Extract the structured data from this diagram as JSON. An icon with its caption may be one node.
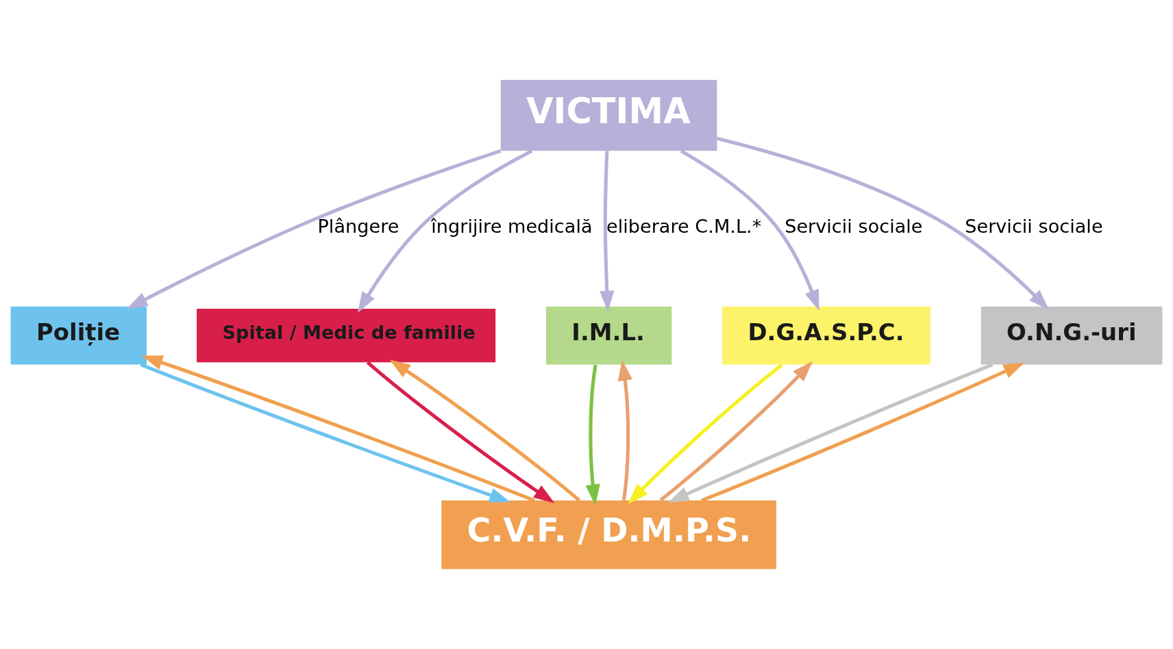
{
  "diagram": {
    "nodes": [
      {
        "text": [
          "VICTIMA"
        ]
      },
      {
        "text": [
          "Poliție"
        ]
      },
      {
        "text": [
          "Spital / Medic de familie"
        ]
      },
      {
        "text": [
          "I.M.L."
        ]
      },
      {
        "text": [
          "D.G.A.S.P.C."
        ]
      },
      {
        "text": [
          "O.N.G.-uri"
        ]
      },
      {
        "text": [
          "C.V.F. / D.M.P.S."
        ]
      }
    ],
    "edges": [
      {
        "from": 0,
        "to": 1,
        "arrow": "to",
        "label": "Plângere",
        "color": "#b8b0d8"
      },
      {
        "from": 0,
        "to": 2,
        "arrow": "to",
        "label": "îngrijire medicală",
        "color": "#b8b0d8"
      },
      {
        "from": 0,
        "to": 3,
        "arrow": "to",
        "label": "eliberare C.M.L.*",
        "color": "#b8b0d8"
      },
      {
        "from": 0,
        "to": 4,
        "arrow": "to",
        "label": "Servicii sociale",
        "color": "#b8b0d8"
      },
      {
        "from": 0,
        "to": 5,
        "arrow": "to",
        "label": "Servicii sociale",
        "color": "#b8b0d8"
      },
      {
        "from": 1,
        "to": 6,
        "arrow": "to",
        "color": "#6ec3ee"
      },
      {
        "from": 6,
        "to": 1,
        "arrow": "to",
        "color": "#f0a050"
      },
      {
        "from": 2,
        "to": 6,
        "arrow": "to",
        "color": "#d81f4a"
      },
      {
        "from": 6,
        "to": 2,
        "arrow": "to",
        "color": "#f0a050"
      },
      {
        "from": 6,
        "to": 3,
        "arrow": "to",
        "color": "#e8a070"
      },
      {
        "from": 3,
        "to": 6,
        "arrow": "to",
        "color": "#7cc242"
      },
      {
        "from": 6,
        "to": 4,
        "arrow": "to",
        "color": "#e8a070"
      },
      {
        "from": 4,
        "to": 6,
        "arrow": "to",
        "color": "#f5f020"
      },
      {
        "from": 6,
        "to": 5,
        "arrow": "to",
        "color": "#f0a050"
      },
      {
        "from": 5,
        "to": 6,
        "arrow": "to",
        "color": "#c4c4c4"
      }
    ]
  }
}
